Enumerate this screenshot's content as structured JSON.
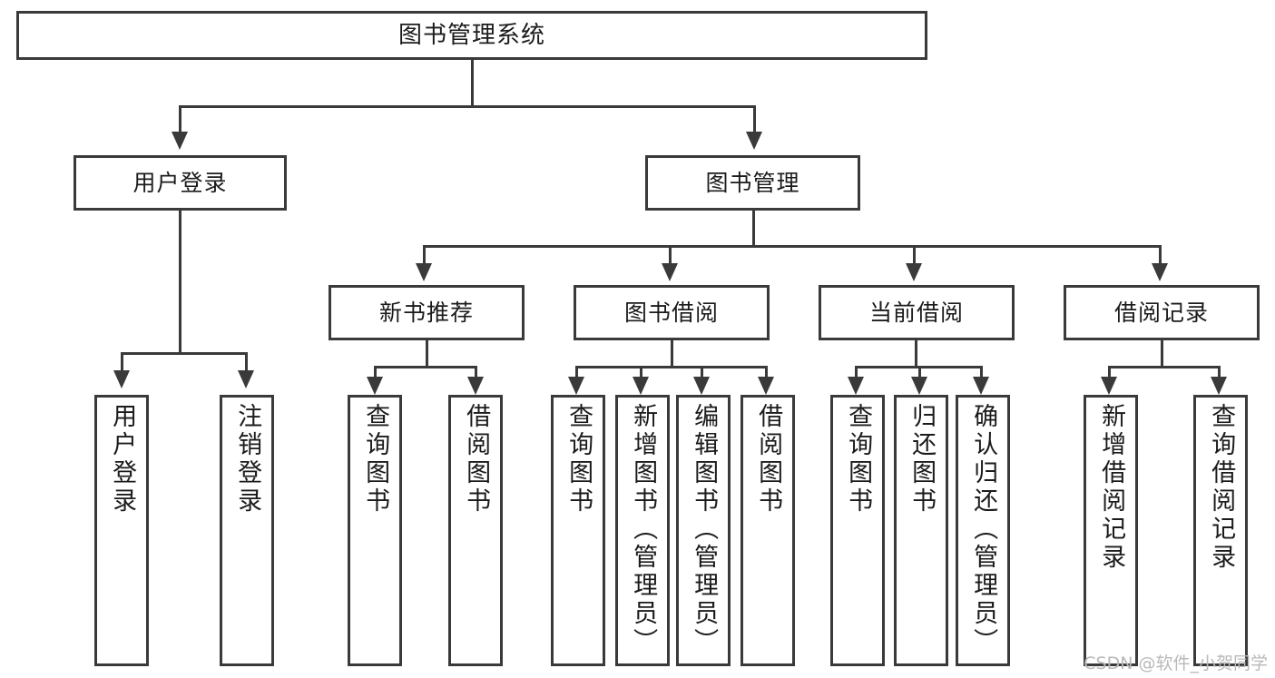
{
  "diagram": {
    "title": "图书管理系统",
    "type": "功能结构图",
    "watermark": "CSDN @软件_小贺同学",
    "accent_color": "#3a3a3a",
    "background_color": "#ffffff",
    "text_color": "#1b1b1b"
  },
  "root": {
    "label": "图书管理系统"
  },
  "level2": [
    {
      "label": "用户登录"
    },
    {
      "label": "图书管理"
    }
  ],
  "level3": [
    {
      "label": "新书推荐"
    },
    {
      "label": "图书借阅"
    },
    {
      "label": "当前借阅"
    },
    {
      "label": "借阅记录"
    }
  ],
  "leaves": {
    "user_login": [
      {
        "label": "用户登录"
      },
      {
        "label": "注销登录"
      }
    ],
    "new_book_recommend": [
      {
        "label": "查询图书"
      },
      {
        "label": "借阅图书"
      }
    ],
    "book_borrow": [
      {
        "label": "查询图书"
      },
      {
        "label": "新增图书（管理员）"
      },
      {
        "label": "编辑图书（管理员）"
      },
      {
        "label": "借阅图书"
      }
    ],
    "current_borrow": [
      {
        "label": "查询图书"
      },
      {
        "label": "归还图书"
      },
      {
        "label": "确认归还（管理员）"
      }
    ],
    "borrow_record": [
      {
        "label": "新增借阅记录"
      },
      {
        "label": "查询借阅记录"
      }
    ]
  }
}
